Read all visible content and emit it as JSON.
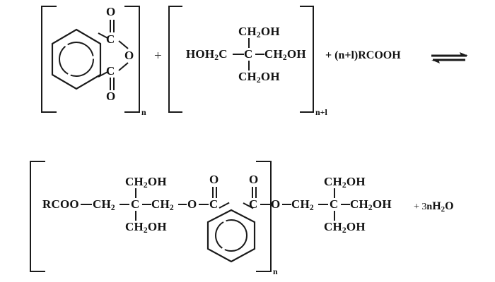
{
  "diagram": {
    "title": "Alkyd resin esterification reaction scheme",
    "ink_color": "#1a1a1a",
    "background": "#ffffff"
  },
  "reaction": {
    "operator_plus": "+",
    "arrow": "equilibrium-harpoon-arrow",
    "reactant_coefficient": "+ (n+l)RCOOH",
    "byproduct": "+ 3nH₂O"
  },
  "top_row": {
    "reactant1": {
      "name": "phthalic-anhydride",
      "bracket_subscript": "n",
      "labels": {
        "carbonyl_o_top": "O",
        "carbonyl_c_top": "C",
        "ring_o": "O",
        "carbonyl_c_bottom": "C",
        "carbonyl_o_bottom": "O"
      }
    },
    "reactant2": {
      "name": "pentaerythritol",
      "bracket_subscript": "n+l",
      "labels": {
        "left": "HOH",
        "left_sub": "2",
        "left_tail": "C",
        "center": "C",
        "top": "CH",
        "top_sub": "2",
        "top_tail": "OH",
        "right": "CH",
        "right_sub": "2",
        "right_tail": "OH",
        "bottom": "CH",
        "bottom_sub": "2",
        "bottom_tail": "OH"
      }
    },
    "reactant3": {
      "name": "fatty-acid",
      "text": "+ (n+l)RCOOH"
    }
  },
  "bottom_row": {
    "product": {
      "name": "alkyd-resin-repeat-unit",
      "bracket_subscript": "n",
      "labels": {
        "rcoo": "RCOO",
        "ch2_a": "CH",
        "ch2_a_sub": "2",
        "center_c": "C",
        "top_oh": "CH",
        "top_oh_sub": "2",
        "top_oh_tail": "OH",
        "bottom_oh": "CH",
        "bottom_oh_sub": "2",
        "bottom_oh_tail": "OH",
        "ch2_b": "CH",
        "ch2_b_sub": "2",
        "ester_o_left": "O",
        "carbonyl_c_left": "C",
        "carbonyl_o_left": "O",
        "carbonyl_c_right": "C",
        "carbonyl_o_right": "O",
        "ester_o_right": "O",
        "ch2_c": "CH",
        "ch2_c_sub": "2",
        "center_c2": "C",
        "top_oh2": "CH",
        "top_oh2_sub": "2",
        "top_oh2_tail": "OH",
        "right_oh2": "CH",
        "right_oh2_sub": "2",
        "right_oh2_tail": "OH",
        "bottom_oh2": "CH",
        "bottom_oh2_sub": "2",
        "bottom_oh2_tail": "OH"
      }
    },
    "water": {
      "prefix": "+ 3",
      "coefficient": "n",
      "formula": "H",
      "formula_sub": "2",
      "formula_tail": "O"
    }
  }
}
